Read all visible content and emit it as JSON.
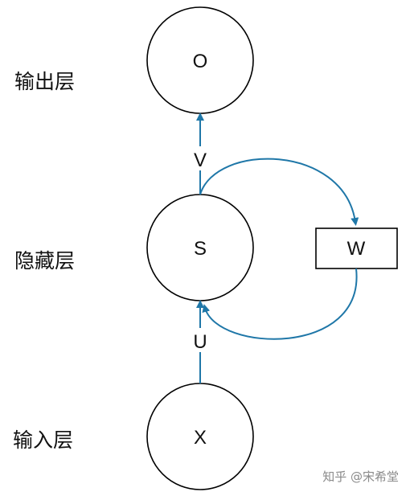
{
  "layers": {
    "output": "输出层",
    "hidden": "隐藏层",
    "input": "输入层"
  },
  "nodes": {
    "o": "O",
    "s": "S",
    "x": "X",
    "w": "W"
  },
  "edges": {
    "u": "U",
    "v": "V"
  },
  "watermark": "知乎 @宋希堂",
  "colors": {
    "arrow": "#1f77a8",
    "stroke": "#000000"
  }
}
